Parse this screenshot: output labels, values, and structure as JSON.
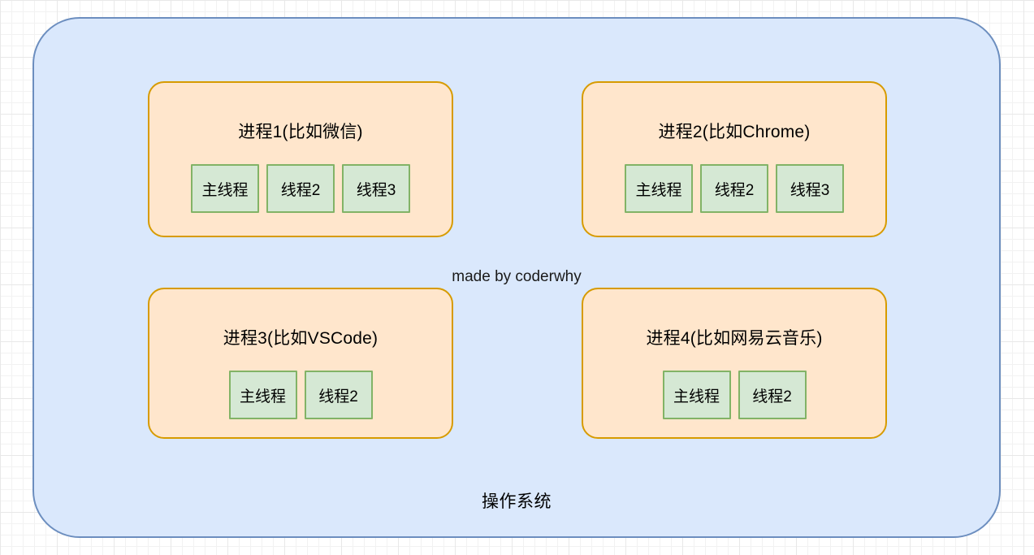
{
  "diagram": {
    "os_label": "操作系统",
    "watermark": "made by coderwhy",
    "colors": {
      "os_fill": "#dae8fc",
      "os_border": "#6c8ebf",
      "process_fill": "#ffe6cc",
      "process_border": "#d79b00",
      "thread_fill": "#d5e8d4",
      "thread_border": "#82b366",
      "grid_minor": "#f2f2f2",
      "grid_major": "#e8e8e8",
      "canvas_background": "#ffffff"
    },
    "processes": [
      {
        "title": "进程1(比如微信)",
        "threads": [
          {
            "label": "主线程"
          },
          {
            "label": "线程2"
          },
          {
            "label": "线程3"
          }
        ]
      },
      {
        "title": "进程2(比如Chrome)",
        "threads": [
          {
            "label": "主线程"
          },
          {
            "label": "线程2"
          },
          {
            "label": "线程3"
          }
        ]
      },
      {
        "title": "进程3(比如VSCode)",
        "threads": [
          {
            "label": "主线程"
          },
          {
            "label": "线程2"
          }
        ]
      },
      {
        "title": "进程4(比如网易云音乐)",
        "threads": [
          {
            "label": "主线程"
          },
          {
            "label": "线程2"
          }
        ]
      }
    ]
  }
}
